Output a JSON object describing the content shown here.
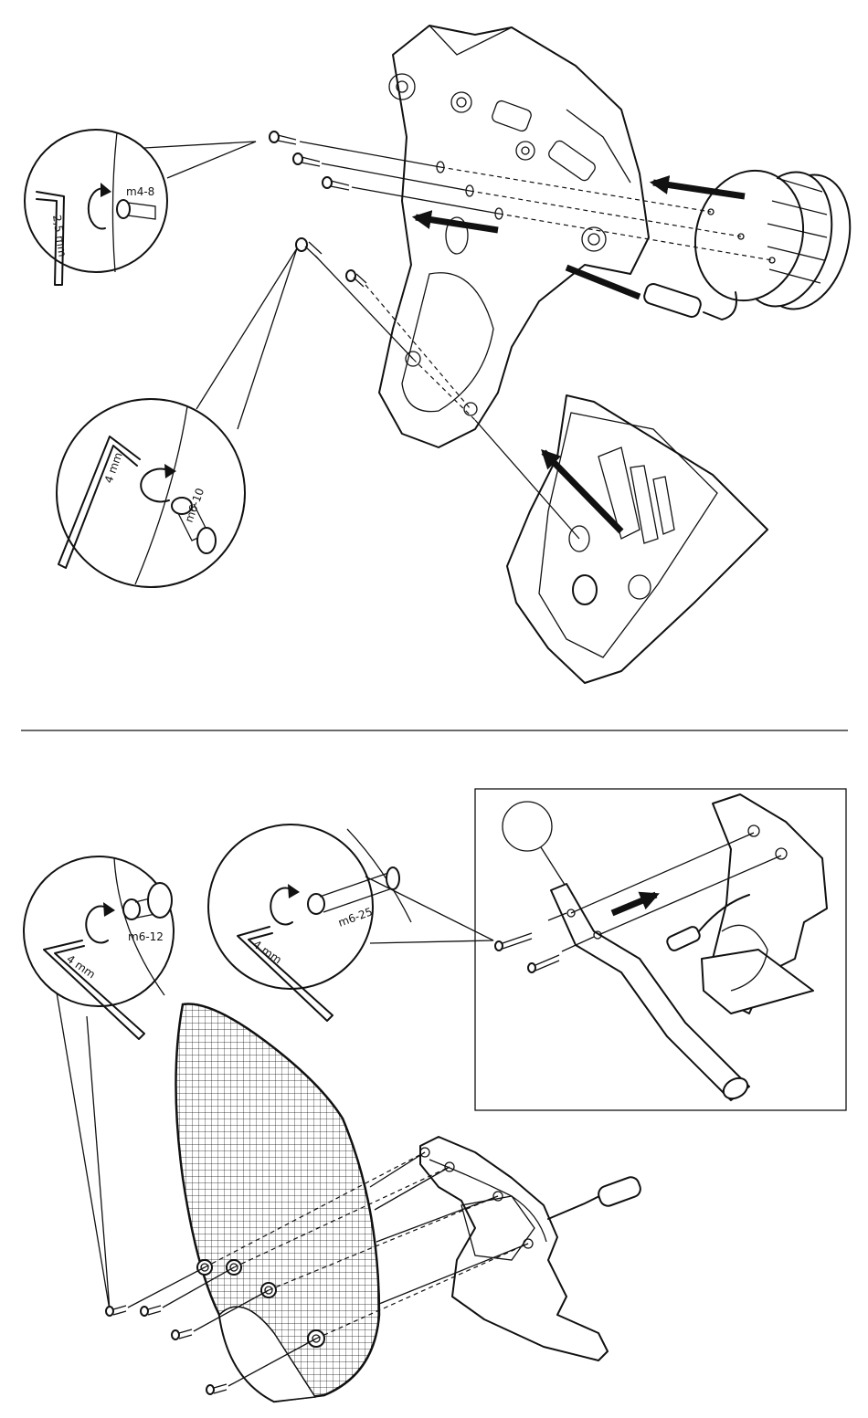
{
  "step1": {
    "detail_a": {
      "wrench_size": "2,5 mm",
      "screw_spec": "m4-8"
    },
    "detail_b": {
      "wrench_size": "4 mm",
      "screw_spec": "m6-10"
    }
  },
  "step2": {
    "detail_a": {
      "wrench_size": "4 mm",
      "screw_spec": "m6-12"
    },
    "detail_b": {
      "wrench_size": "4 mm",
      "screw_spec": "m6-25"
    }
  }
}
